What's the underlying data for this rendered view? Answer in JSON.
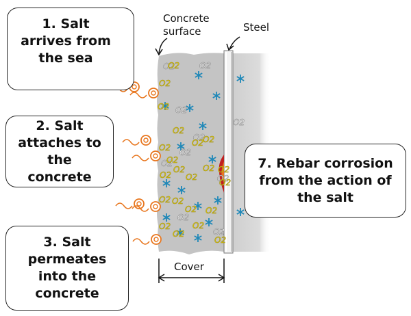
{
  "callouts": {
    "step1": "1. Salt arrives from the sea",
    "step2": "2. Salt attaches to the concrete",
    "step3": "3. Salt permeates into the concrete",
    "step7": "7. Rebar corrosion from the action of the salt"
  },
  "labels": {
    "concrete_surface_line1": "Concrete",
    "concrete_surface_line2": "surface",
    "steel": "Steel",
    "cover": "Cover",
    "oxygen": "O2"
  },
  "colors": {
    "concrete": "#c4c4c4",
    "concrete_right": "#d8d8d8",
    "salt_orange": "#e8761e",
    "yellow_particle": "#e6d21a",
    "blue_particle": "#1f88b8",
    "rust": "#c02020"
  }
}
